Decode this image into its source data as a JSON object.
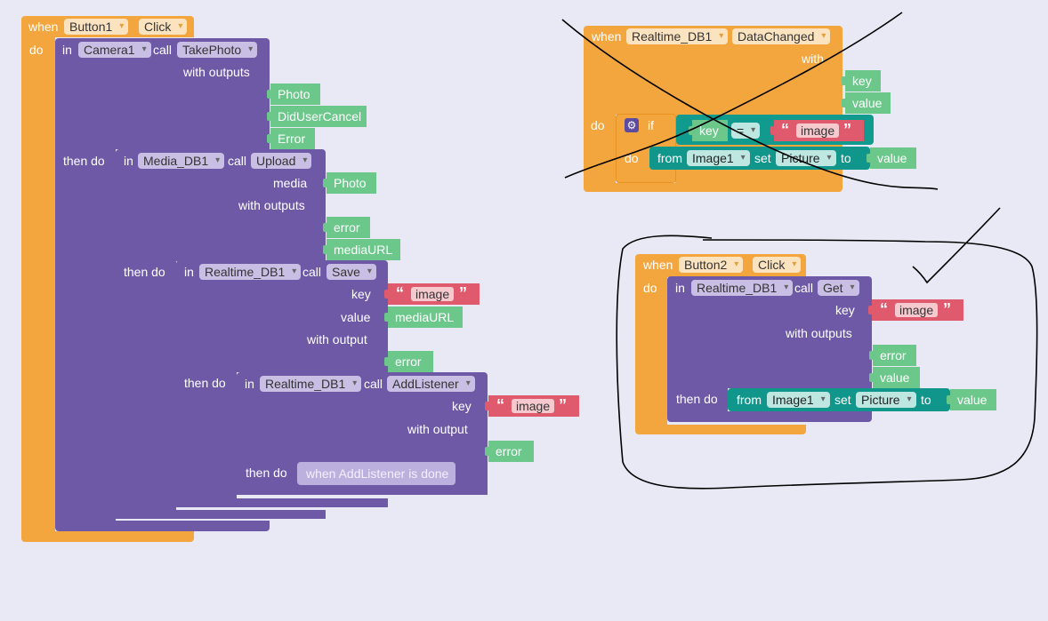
{
  "colors": {
    "event_block": "#f4a63e",
    "component_block": "#6e59a6",
    "setter_block": "#10968a",
    "param_block": "#6cc78b",
    "text_block": "#de5a6c",
    "control_block": "#10968a",
    "done_block": "#bcb0df",
    "workspace": "#e9e9f5",
    "ink": "#000000"
  },
  "kw": {
    "when": "when",
    "do": "do",
    "in": "in",
    "call": "call",
    "then_do": "then do",
    "with_outputs": "with outputs",
    "with_output": "with output",
    "media": "media",
    "key": "key",
    "value": "value",
    "from": "from",
    "set": "set",
    "to": "to",
    "if": "if",
    "with": "with",
    "eq": "="
  },
  "block1": {
    "component": "Button1",
    "event": "Click",
    "camera": {
      "component": "Camera1",
      "method": "TakePhoto",
      "outputs": [
        "Photo",
        "DidUserCancel",
        "Error"
      ]
    },
    "media": {
      "component": "Media_DB1",
      "method": "Upload",
      "media_param": "Photo",
      "outputs": [
        "error",
        "mediaURL"
      ]
    },
    "save": {
      "component": "Realtime_DB1",
      "method": "Save",
      "key": "image",
      "value": "mediaURL",
      "output": "error"
    },
    "listener": {
      "component": "Realtime_DB1",
      "method": "AddListener",
      "key": "image",
      "output": "error",
      "done_label": "when AddListener is done"
    }
  },
  "block2": {
    "component": "Realtime_DB1",
    "event": "DataChanged",
    "params": [
      "key",
      "value"
    ],
    "compare_key": "key",
    "operator": "=",
    "string": "image",
    "setter": {
      "component": "Image1",
      "property": "Picture",
      "value": "value"
    }
  },
  "block3": {
    "component": "Button2",
    "event": "Click",
    "get": {
      "component": "Realtime_DB1",
      "method": "Get",
      "key": "image",
      "outputs": [
        "error",
        "value"
      ]
    },
    "setter": {
      "component": "Image1",
      "property": "Picture",
      "value": "value"
    }
  },
  "icons": {
    "dropdown": "chevron-down-icon",
    "mutator": "gear-icon",
    "quote_open": "“",
    "quote_close": "”"
  }
}
